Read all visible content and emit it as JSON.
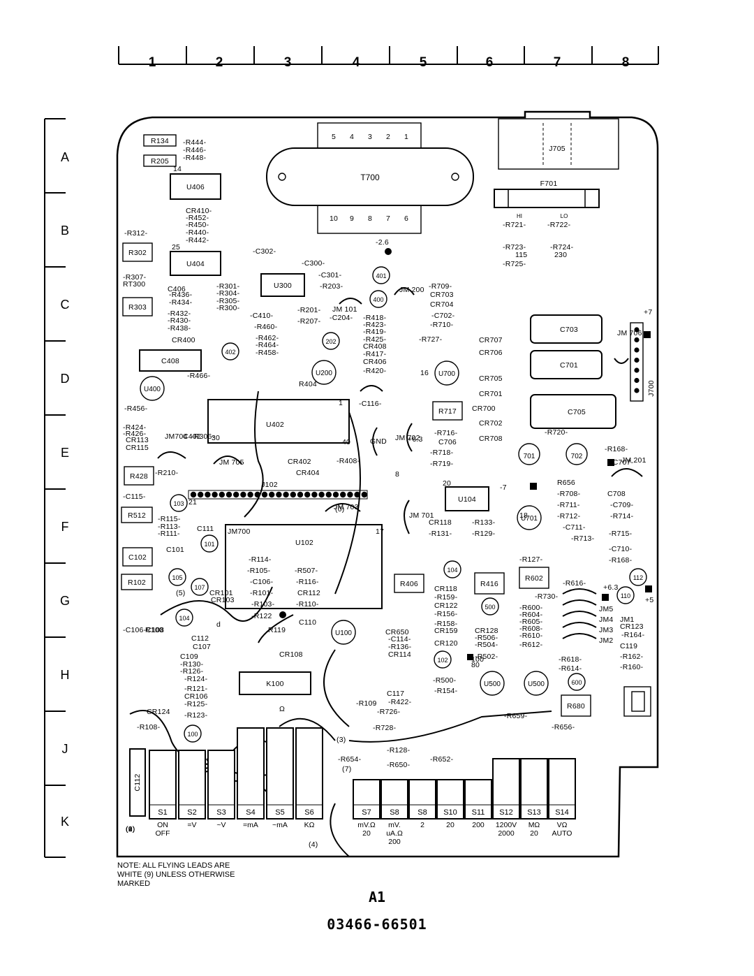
{
  "grid": {
    "columns": [
      "1",
      "2",
      "3",
      "4",
      "5",
      "6",
      "7",
      "8"
    ],
    "rows": [
      "A",
      "B",
      "C",
      "D",
      "E",
      "F",
      "G",
      "H",
      "J",
      "K"
    ]
  },
  "transformer": {
    "label": "T700",
    "top_pins": [
      "5",
      "4",
      "3",
      "2",
      "1"
    ],
    "bottom_pins": [
      "10",
      "9",
      "8",
      "7",
      "6"
    ]
  },
  "fuse": {
    "label": "F701",
    "hi": "HI",
    "lo": "LO"
  },
  "connector_j705": "J705",
  "connector_j102": "J102",
  "connector_j700": "J700",
  "chips": {
    "u406": "U406",
    "u404": "U404",
    "u300": "U300",
    "u402": "U402",
    "u102": "U102",
    "u104": "U104",
    "k100": "K100"
  },
  "capacitors": {
    "c408": "C408",
    "c703": "C703",
    "c701": "C701",
    "c705": "C705",
    "c112": "C112"
  },
  "resistor_boxes": {
    "r134": "R134",
    "r205": "R205",
    "r302": "R302",
    "r303": "R303",
    "r717": "R717",
    "r428": "R428",
    "r512": "R512",
    "r102box": "C102",
    "r102": "R102",
    "r406": "R406",
    "r416": "R416",
    "r602": "R602",
    "r680": "R680"
  },
  "transistors": {
    "q401": "401",
    "q400": "400",
    "q402": "402",
    "q200": "202",
    "q701": "701",
    "q702": "702",
    "q103": "103",
    "q101": "101",
    "q105": "105",
    "q107": "107",
    "q104": "104",
    "q100": "100",
    "q112": "112",
    "q110": "110",
    "q500": "500",
    "q102": "102",
    "q104b": "104",
    "cr600": "600"
  },
  "round_ics": {
    "u400": "U400",
    "u200": "U200",
    "u700": "U700",
    "u701": "U701",
    "u100": "U100",
    "u500a": "U500",
    "u500b": "U500"
  },
  "switches": {
    "s1": "S1",
    "s2": "S2",
    "s3": "S3",
    "s4": "S4",
    "s5": "S5",
    "s6": "S6",
    "s7": "S7",
    "s8a": "S8",
    "s8b": "S8",
    "s10": "S10",
    "s11": "S11",
    "s12": "S12",
    "s13": "S13",
    "s14": "S14"
  },
  "switch_legends": {
    "s1": "ON\nOFF",
    "s2": "=V",
    "s3": "~V",
    "s4": "=mA",
    "s5": "~mA",
    "s6": "KΩ",
    "s7": "mV.Ω\n20",
    "s8a": "mV.\nuA.Ω\n200",
    "s8b": "2",
    "s10": "20",
    "s11": "200",
    "s12": "1200V\n2000",
    "s13": "MΩ\n20",
    "s14": "VΩ\nAUTO"
  },
  "ref_labels": [
    "-R444-",
    "-R446-",
    "-R448-",
    "CR410-",
    "-R452-",
    "-R450-",
    "-R440-",
    "-R442-",
    "-R312-",
    "-C302-",
    "-C300-",
    "-C301-",
    "-R203-",
    "-R307-",
    "RT300",
    "C406",
    "-R436-",
    "-R434-",
    "-R432-",
    "-R430-",
    "-R438-",
    "CR400",
    "-R301-",
    "-R304-",
    "-R305-",
    "-R300-",
    "-C410-",
    "-R460-",
    "-R462-",
    "-R464-",
    "-R458-",
    "-R201-",
    "-R207-",
    "-C204-",
    "-R418-",
    "-R423-",
    "-R419-",
    "-R425-",
    "CR408",
    "-R417-",
    "CR406",
    "-R420-",
    "-C116-",
    "-R709-",
    "CR703",
    "CR704",
    "-C702-",
    "-R710-",
    "-R727-",
    "CR707",
    "CR706",
    "CR705",
    "CR701",
    "CR700",
    "CR702",
    "CR708",
    "-R720-",
    "-R716-",
    "C706",
    "-R718-",
    "-R719-",
    "-R721-",
    "-R722-",
    "-R723-",
    "-R724-",
    "115",
    "230",
    "-R725-",
    "-R466-",
    "-R456-",
    "-R424-",
    "-R426-",
    "CR113",
    "CR115",
    "JM704",
    "C402",
    "-R306-",
    "-R210-",
    "R404",
    "CR402",
    "-R408-",
    "CR404",
    "-C115-",
    "-R115-",
    "-R113-",
    "-R111-",
    "C111",
    "C101",
    "-R114-",
    "-R105-",
    "-C106-",
    "-R101-",
    "-R103-",
    "-R122",
    "-R507-",
    "-R116-",
    "CR112",
    "-R110-",
    "C110",
    "R119",
    "CR101",
    "CR103",
    "-C106-C108",
    "R100",
    "C112",
    "C107",
    "C109",
    "-R130-",
    "-R126-",
    "-R124-",
    "CR108",
    "-R121-",
    "CR106",
    "-R125-",
    "-R123-",
    "CR124",
    "-R108-",
    "-R109",
    "C117",
    "-R422-",
    "-R726-",
    "-R728-",
    "-R128-",
    "-R650-",
    "-R652-",
    "-R654-",
    "CR650",
    "-C114-",
    "-R136-",
    "CR114",
    "CR118",
    "-R159-",
    "CR122",
    "-R156-",
    "-R158-",
    "CR159",
    "CR120",
    "CR128",
    "-R506-",
    "-R504-",
    "-R502-",
    "-R500-",
    "-R154-",
    "CR118",
    "-R131-",
    "-R133-",
    "-R129-",
    "-R127-",
    "-R600-",
    "-R604-",
    "-R605-",
    "-R608-",
    "-R610-",
    "-R612-",
    "-R618-",
    "-R614-",
    "-R616-",
    "-R730-",
    "JM5",
    "JM4",
    "JM3",
    "JM2",
    "JM1",
    "CR123",
    "-R164-",
    "C119",
    "-R162-",
    "-R160-",
    "-R659-",
    "-R656-",
    "R656",
    "-R708-",
    "-R711-",
    "-R712-",
    "-C711-",
    "-R713-",
    "C708",
    "-C709-",
    "-R714-",
    "-R715-",
    "-C710-",
    "-R168-",
    "-R168-",
    "-C707-",
    "-7",
    "-2.6",
    "+6.3",
    "+5",
    "+7",
    "+6.3",
    "GND",
    "JM 705",
    "JM 703",
    "JM 702",
    "JM 701",
    "JM 101",
    "JM 200",
    "JM 201",
    "JM 706",
    "JM700",
    "17",
    "30",
    "1",
    "40",
    "21",
    "20",
    "25",
    "14",
    "16",
    "18",
    "100",
    "80",
    "d",
    "8",
    "Ω",
    "(3)",
    "(7)",
    "(5)",
    "(4)",
    "(0)",
    "(2)",
    "(6)",
    "(9)",
    "(1)"
  ],
  "note": "NOTE: ALL FLYING LEADS ARE\nWHITE (9) UNLESS OTHERWISE\nMARKED",
  "assembly": "A1",
  "part_number": "03466-66501"
}
